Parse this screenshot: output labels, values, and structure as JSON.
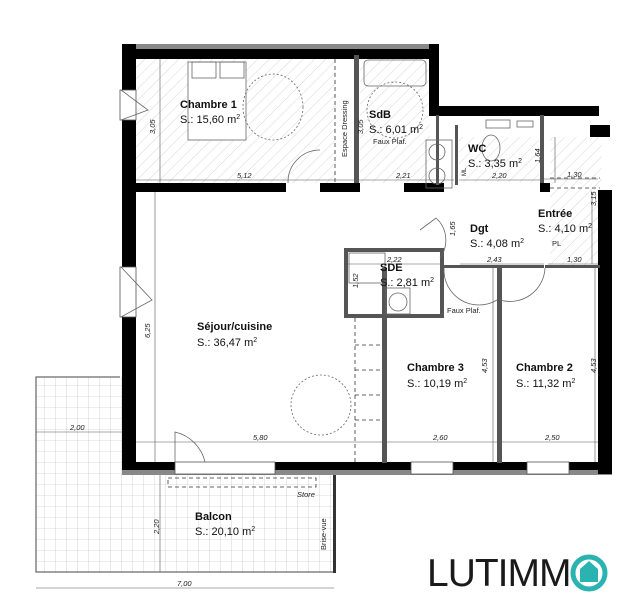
{
  "plan": {
    "rooms": [
      {
        "id": "chambre1",
        "name": "Chambre 1",
        "area": "S.: 15,60 m",
        "note": ""
      },
      {
        "id": "sdb",
        "name": "SdB",
        "area": "S.: 6,01 m",
        "note": "Faux Plaf."
      },
      {
        "id": "wc",
        "name": "WC",
        "area": "S.: 3,35 m",
        "note": ""
      },
      {
        "id": "entree",
        "name": "Entrée",
        "area": "S.: 4,10 m",
        "note": ""
      },
      {
        "id": "dgt",
        "name": "Dgt",
        "area": "S.: 4,08 m",
        "note": ""
      },
      {
        "id": "sde",
        "name": "SDE",
        "area": "S.: 2,81 m",
        "note": ""
      },
      {
        "id": "sejour",
        "name": "Séjour/cuisine",
        "area": "S.: 36,47 m",
        "note": ""
      },
      {
        "id": "chambre3",
        "name": "Chambre 3",
        "area": "S.: 10,19 m",
        "note": ""
      },
      {
        "id": "chambre2",
        "name": "Chambre 2",
        "area": "S.: 11,32 m",
        "note": ""
      },
      {
        "id": "balcon",
        "name": "Balcon",
        "area": "S.: 20,10 m",
        "note": ""
      }
    ],
    "area_unit_exponent": "2",
    "dimensions": {
      "chambre1_width": "5,12",
      "chambre1_height": "3,05",
      "sdb_width": "2,21",
      "sdb_height": "3,05",
      "wc_width": "2,20",
      "wc_height": "1,64",
      "entree_width_top": "1,30",
      "entree_width_bottom": "1,30",
      "entree_height": "3,15",
      "dgt_width": "2,43",
      "dgt_height": "1,65",
      "sde_width": "2,22",
      "sde_height": "1,52",
      "sejour_width": "5,80",
      "sejour_height": "6,25",
      "chambre3_width": "2,60",
      "chambre3_height": "4,53",
      "chambre2_width": "2,50",
      "chambre2_height": "4,53",
      "balcon_left_width": "2,00",
      "balcon_height": "2,20",
      "balcon_total_width": "7,00"
    },
    "annotations": {
      "dressing": "Espace Dressing",
      "faux_plafond": "Faux Plaf.",
      "placard": "PL",
      "machine": "ML",
      "store": "Store",
      "brise_vue": "Brise-vue"
    }
  },
  "brand": {
    "logo_text": "LUTIMM",
    "accent_color": "#2bb3b1"
  }
}
